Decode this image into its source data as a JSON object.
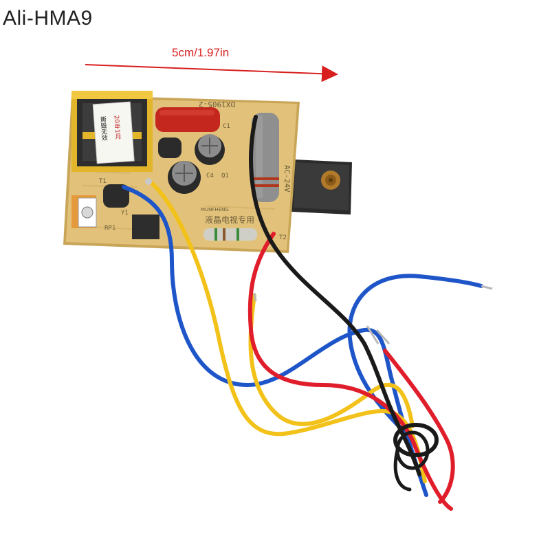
{
  "watermark": "Ali-HMA9",
  "measurement": {
    "label": "5cm/1.97in",
    "arrow_color": "#d81e1e"
  },
  "board": {
    "model_marking": "DX1905-2",
    "voltage_marking": "AC-24V",
    "brand_marking": "MUNFHENG",
    "purpose_marking": "液晶电视专用",
    "label_sticker_lines": [
      "撕毁无效",
      "20年1月"
    ],
    "component_labels": [
      "C1",
      "C4",
      "Q1",
      "T1",
      "Y1",
      "RP1",
      "T2"
    ],
    "colors": {
      "pcb": "#e2c27a",
      "pcb_edge": "#c9a558",
      "transformer_bobbin": "#e2b52a",
      "capacitor_red": "#c4271d",
      "heatsink": "#2b2b2b"
    }
  },
  "wires": {
    "colors": {
      "blue": "#1e55c8",
      "yellow": "#f2c21a",
      "red": "#e01e2b",
      "black": "#1a1a1a"
    }
  }
}
